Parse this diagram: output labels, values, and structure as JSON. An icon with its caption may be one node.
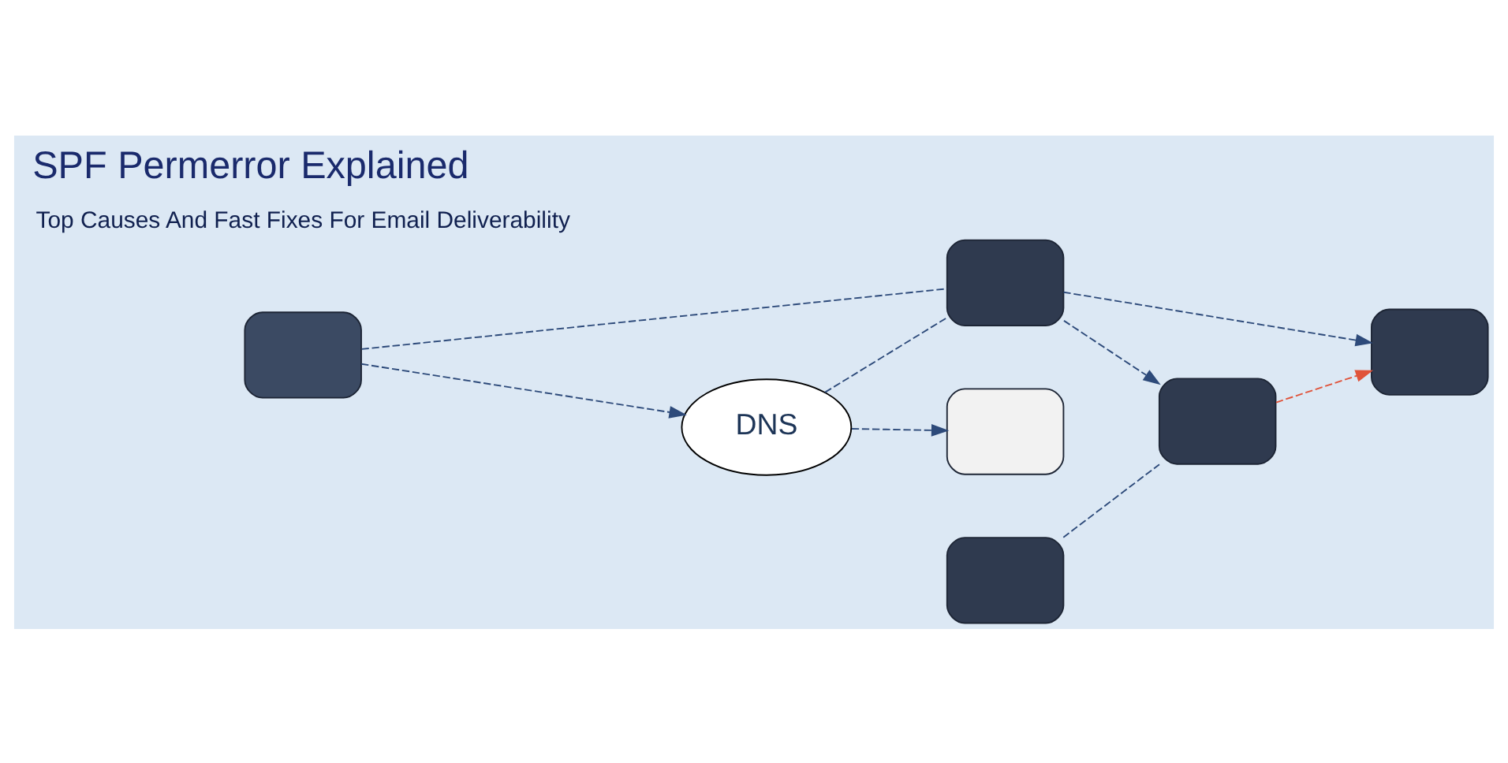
{
  "diagram": {
    "title": "SPF Permerror Explained",
    "nodes": [
      {
        "text": [],
        "shape": "box"
      },
      {
        "text": [
          "DNS"
        ]
      },
      {
        "text": [],
        "shape": "box"
      },
      {
        "text": [],
        "shape": "box"
      },
      {
        "text": [],
        "shape": "box"
      },
      {
        "text": [],
        "shape": "box"
      },
      {
        "text": [],
        "shape": "box"
      }
    ],
    "edges": [
      {
        "from": 0,
        "to": 1,
        "arrow": "to",
        "style": "dashed"
      },
      {
        "from": 0,
        "to": 2,
        "arrow": "none",
        "style": "dashed"
      },
      {
        "from": 1,
        "to": 3,
        "arrow": "to",
        "style": "dashed"
      },
      {
        "from": 1,
        "to": 2,
        "arrow": "none",
        "style": "dashed"
      },
      {
        "from": 2,
        "to": 5,
        "arrow": "to",
        "style": "dashed"
      },
      {
        "from": 2,
        "to": 6,
        "arrow": "to",
        "style": "dashed"
      },
      {
        "from": 4,
        "to": 5,
        "arrow": "none",
        "style": "dashed"
      },
      {
        "from": 5,
        "to": 6,
        "arrow": "to",
        "style": "dashed",
        "color": "#e0533a"
      }
    ],
    "labels": [
      "Top Causes And Fast Fixes For Email Deliverability"
    ]
  }
}
